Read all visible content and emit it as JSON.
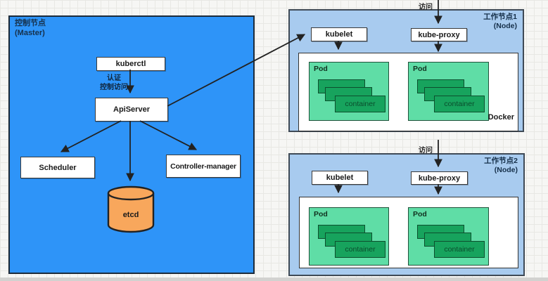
{
  "colors": {
    "master_blue": "#2E94F8",
    "node_blue": "#A8CBEF",
    "pod_green": "#5FDDA6",
    "container_green": "#17A35D",
    "etcd_orange": "#F8A75C",
    "canvas_bg": "#F6F6F4",
    "grid_line": "#E8E8E4"
  },
  "master": {
    "title": "控制节点",
    "subtitle": "(Master)",
    "kuberctl_label": "kuberctl",
    "auth_line1": "认证",
    "auth_line2": "控制访问",
    "apiserver_label": "ApiServer",
    "scheduler_label": "Scheduler",
    "controller_manager_label": "Controller-manager",
    "etcd_label": "etcd"
  },
  "node1": {
    "access_label": "访问",
    "title": "工作节点1",
    "subtitle": "(Node)",
    "kubelet_label": "kubelet",
    "kube_proxy_label": "kube-proxy",
    "docker_label": "Docker",
    "pods": [
      {
        "label": "Pod",
        "container_label": "container"
      },
      {
        "label": "Pod",
        "container_label": "container"
      }
    ]
  },
  "node2": {
    "access_label": "访问",
    "title": "工作节点2",
    "subtitle": "(Node)",
    "kubelet_label": "kubelet",
    "kube_proxy_label": "kube-proxy",
    "pods": [
      {
        "label": "Pod",
        "container_label": "container"
      },
      {
        "label": "Pod",
        "container_label": "container"
      }
    ]
  }
}
